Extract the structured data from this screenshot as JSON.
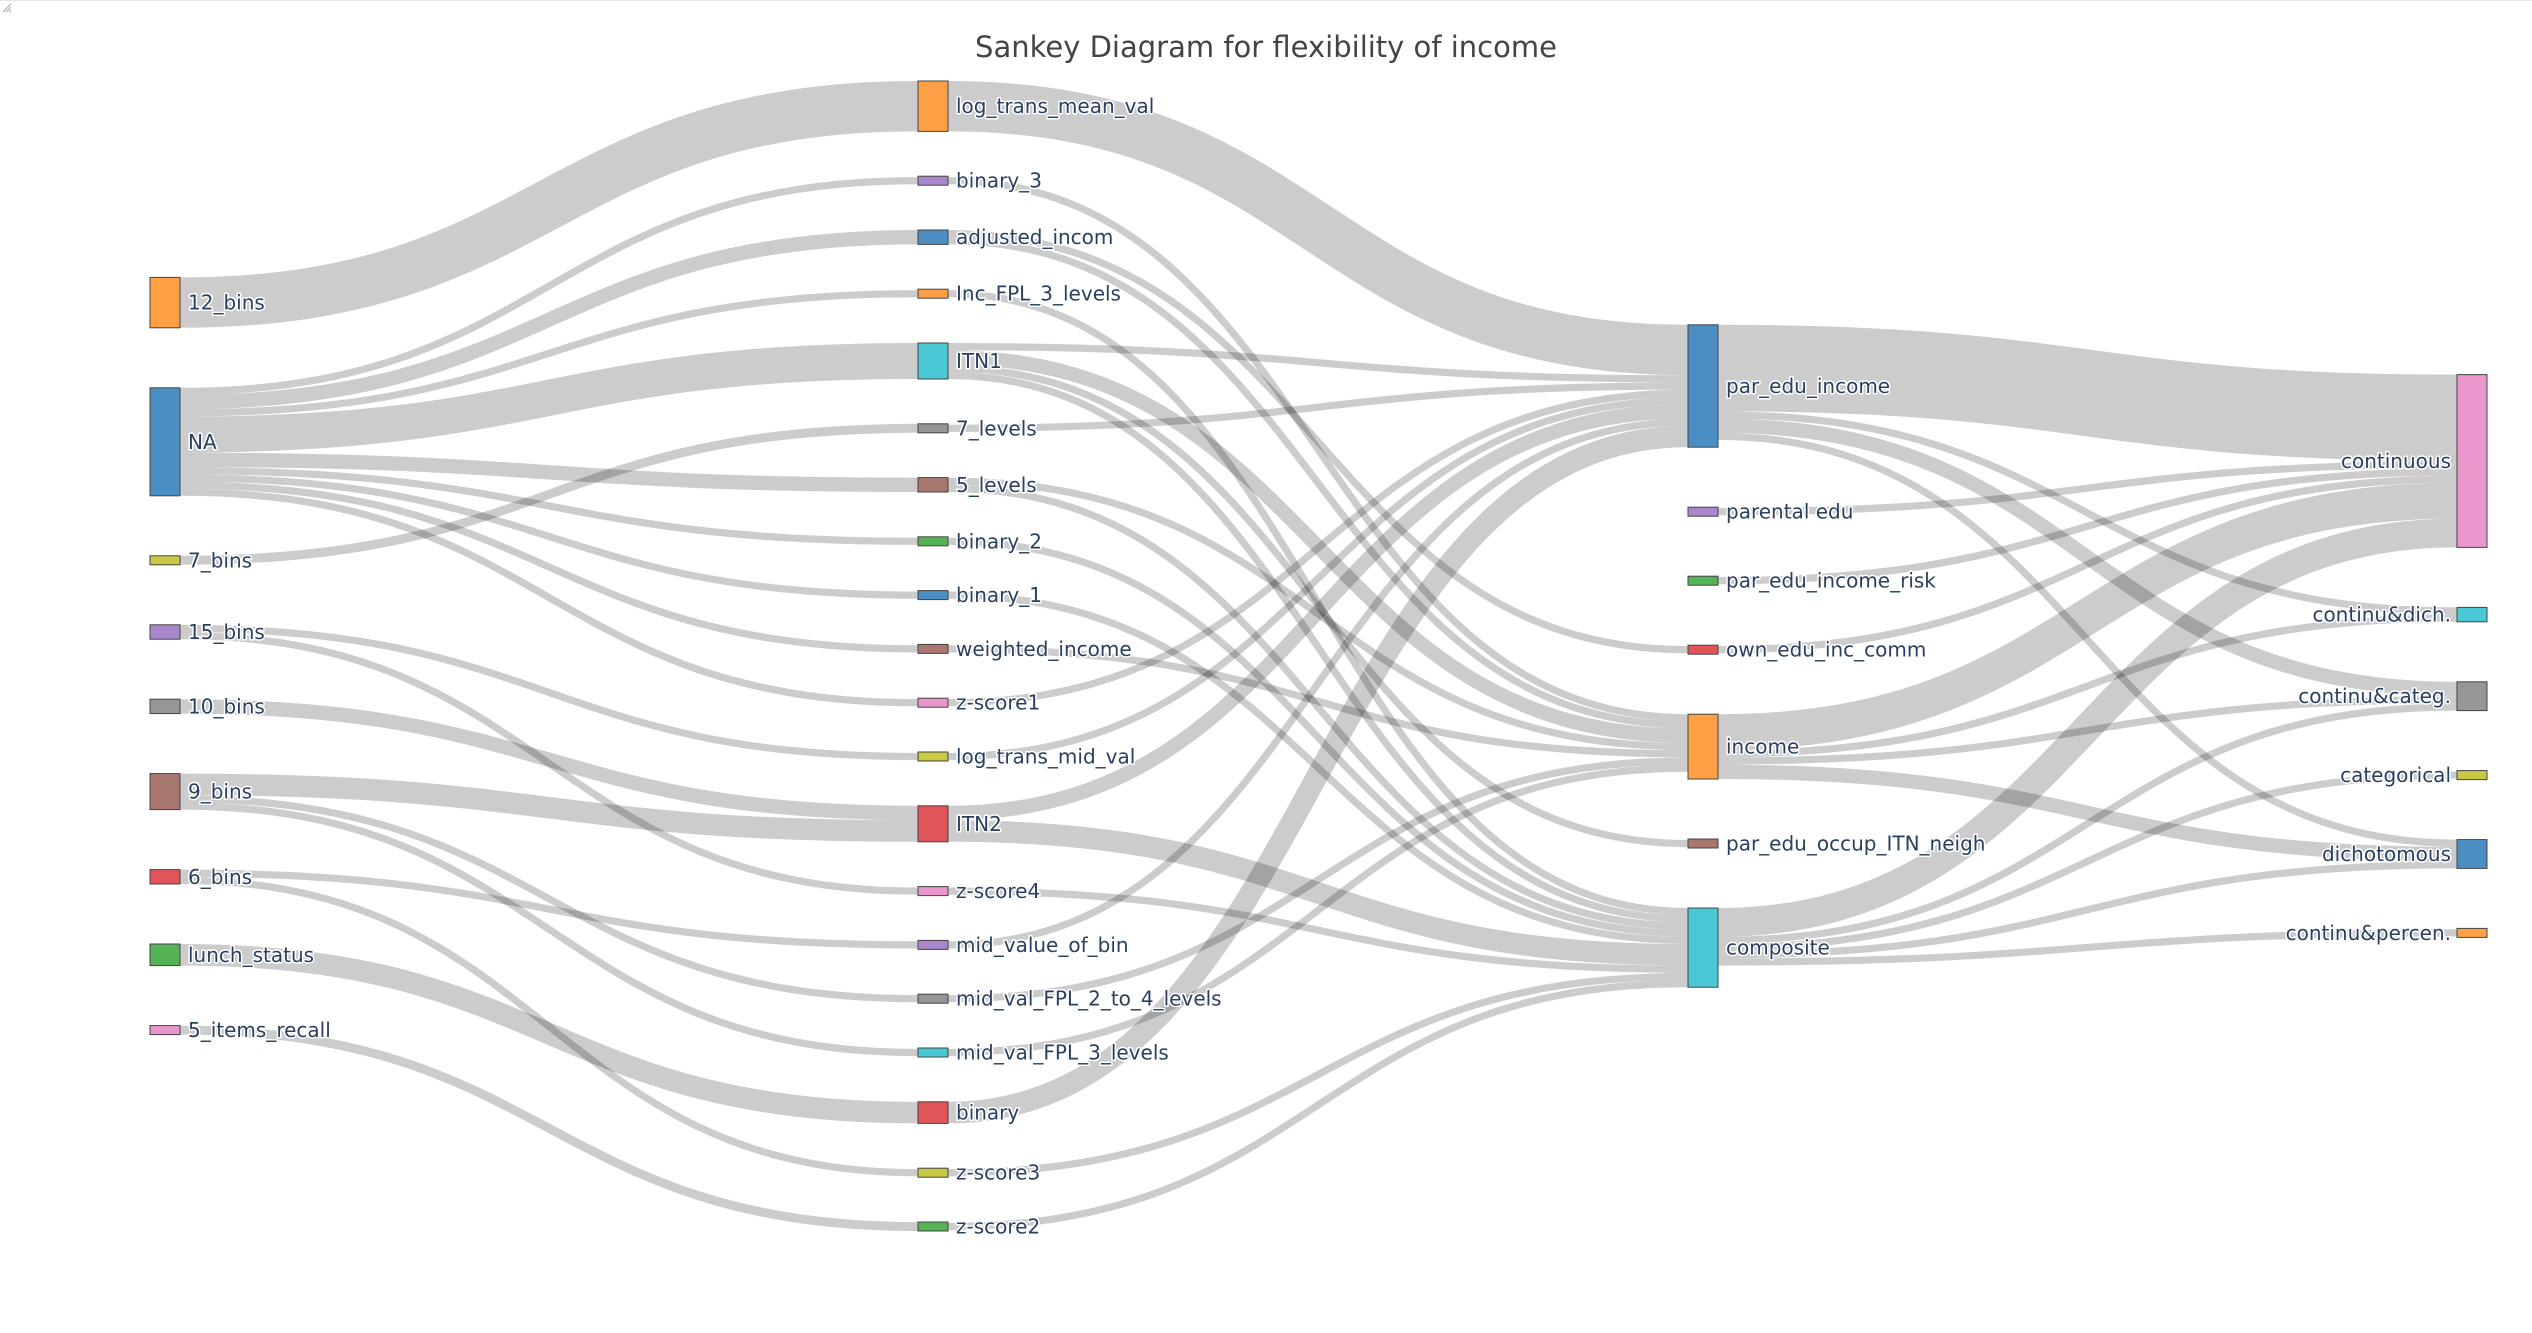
{
  "chart_data": {
    "type": "sankey",
    "title": "Sankey Diagram for flexibility of income",
    "columns": [
      [
        "12_bins",
        "NA",
        "7_bins",
        "15_bins",
        "10_bins",
        "9_bins",
        "6_bins",
        "lunch_status",
        "5_items_recall"
      ],
      [
        "log_trans_mean_val",
        "binary_3",
        "adjusted_incom",
        "Inc_FPL_3_levels",
        "ITN1",
        "7_levels",
        "5_levels",
        "binary_2",
        "binary_1",
        "weighted_income",
        "z-score1",
        "log_trans_mid_val",
        "ITN2",
        "z-score4",
        "mid_value_of_bin",
        "mid_val_FPL_2_to_4_levels",
        "mid_val_FPL_3_levels",
        "binary",
        "z-score3",
        "z-score2"
      ],
      [
        "par_edu_income",
        "parental edu",
        "par_edu_income_risk",
        "own_edu_inc_comm",
        "income",
        "par_edu_occup_ITN_neigh",
        "composite"
      ],
      [
        "continuous",
        "continu&dich.",
        "continu&categ.",
        "categorical",
        "dichotomous",
        "continu&percen."
      ]
    ],
    "node_colors": {
      "12_bins": "#ff9f46",
      "NA": "#4b8ec3",
      "7_bins": "#c9c944",
      "15_bins": "#a987cc",
      "10_bins": "#969696",
      "9_bins": "#a8776f",
      "6_bins": "#e0555a",
      "lunch_status": "#55b255",
      "5_items_recall": "#e996cc",
      "log_trans_mean_val": "#ff9f46",
      "binary_3": "#a987cc",
      "adjusted_incom": "#4b8ec3",
      "Inc_FPL_3_levels": "#ff9f46",
      "ITN1": "#4bc8d6",
      "7_levels": "#969696",
      "5_levels": "#a8776f",
      "binary_2": "#55b255",
      "binary_1": "#4b8ec3",
      "weighted_income": "#a8776f",
      "z-score1": "#e996cc",
      "log_trans_mid_val": "#c9c944",
      "ITN2": "#e0555a",
      "z-score4": "#e996cc",
      "mid_value_of_bin": "#a987cc",
      "mid_val_FPL_2_to_4_levels": "#969696",
      "mid_val_FPL_3_levels": "#4bc8d6",
      "binary": "#e0555a",
      "z-score3": "#c9c944",
      "z-score2": "#55b255",
      "par_edu_income": "#4b8ec3",
      "parental edu": "#a987cc",
      "par_edu_income_risk": "#55b255",
      "own_edu_inc_comm": "#e0555a",
      "income": "#ff9f46",
      "par_edu_occup_ITN_neigh": "#a8776f",
      "composite": "#4bc8d6",
      "continuous": "#e996cc",
      "continu&dich.": "#4bc8d6",
      "continu&categ.": "#969696",
      "categorical": "#c9c944",
      "dichotomous": "#4b8ec3",
      "continu&percen.": "#ff9f46"
    },
    "links": [
      {
        "source": "12_bins",
        "target": "log_trans_mean_val",
        "value": 7
      },
      {
        "source": "NA",
        "target": "binary_3",
        "value": 1
      },
      {
        "source": "NA",
        "target": "adjusted_incom",
        "value": 2
      },
      {
        "source": "NA",
        "target": "Inc_FPL_3_levels",
        "value": 1
      },
      {
        "source": "NA",
        "target": "ITN1",
        "value": 5
      },
      {
        "source": "NA",
        "target": "5_levels",
        "value": 2
      },
      {
        "source": "NA",
        "target": "binary_2",
        "value": 1
      },
      {
        "source": "NA",
        "target": "binary_1",
        "value": 1
      },
      {
        "source": "NA",
        "target": "weighted_income",
        "value": 1
      },
      {
        "source": "NA",
        "target": "z-score1",
        "value": 1
      },
      {
        "source": "7_bins",
        "target": "7_levels",
        "value": 1
      },
      {
        "source": "15_bins",
        "target": "log_trans_mid_val",
        "value": 1
      },
      {
        "source": "15_bins",
        "target": "z-score4",
        "value": 1
      },
      {
        "source": "10_bins",
        "target": "ITN2",
        "value": 2
      },
      {
        "source": "9_bins",
        "target": "ITN2",
        "value": 3
      },
      {
        "source": "9_bins",
        "target": "mid_val_FPL_2_to_4_levels",
        "value": 1
      },
      {
        "source": "9_bins",
        "target": "mid_val_FPL_3_levels",
        "value": 1
      },
      {
        "source": "6_bins",
        "target": "mid_value_of_bin",
        "value": 1
      },
      {
        "source": "6_bins",
        "target": "z-score3",
        "value": 1
      },
      {
        "source": "lunch_status",
        "target": "binary",
        "value": 3
      },
      {
        "source": "5_items_recall",
        "target": "z-score2",
        "value": 1
      },
      {
        "source": "log_trans_mean_val",
        "target": "par_edu_income",
        "value": 7
      },
      {
        "source": "binary_3",
        "target": "income",
        "value": 1
      },
      {
        "source": "adjusted_incom",
        "target": "own_edu_inc_comm",
        "value": 1
      },
      {
        "source": "adjusted_incom",
        "target": "income",
        "value": 1
      },
      {
        "source": "Inc_FPL_3_levels",
        "target": "composite",
        "value": 1
      },
      {
        "source": "ITN1",
        "target": "par_edu_income",
        "value": 1
      },
      {
        "source": "ITN1",
        "target": "income",
        "value": 2
      },
      {
        "source": "ITN1",
        "target": "par_edu_occup_ITN_neigh",
        "value": 1
      },
      {
        "source": "ITN1",
        "target": "composite",
        "value": 1
      },
      {
        "source": "7_levels",
        "target": "par_edu_income",
        "value": 1
      },
      {
        "source": "5_levels",
        "target": "income",
        "value": 1
      },
      {
        "source": "5_levels",
        "target": "composite",
        "value": 1
      },
      {
        "source": "binary_2",
        "target": "composite",
        "value": 1
      },
      {
        "source": "binary_1",
        "target": "composite",
        "value": 1
      },
      {
        "source": "weighted_income",
        "target": "income",
        "value": 1
      },
      {
        "source": "z-score1",
        "target": "par_edu_income",
        "value": 1
      },
      {
        "source": "log_trans_mid_val",
        "target": "par_edu_income",
        "value": 1
      },
      {
        "source": "ITN2",
        "target": "par_edu_income",
        "value": 2
      },
      {
        "source": "ITN2",
        "target": "composite",
        "value": 3
      },
      {
        "source": "z-score4",
        "target": "composite",
        "value": 1
      },
      {
        "source": "mid_value_of_bin",
        "target": "par_edu_income",
        "value": 1
      },
      {
        "source": "mid_val_FPL_2_to_4_levels",
        "target": "income",
        "value": 1
      },
      {
        "source": "mid_val_FPL_3_levels",
        "target": "income",
        "value": 1
      },
      {
        "source": "binary",
        "target": "par_edu_income",
        "value": 3
      },
      {
        "source": "z-score3",
        "target": "composite",
        "value": 1
      },
      {
        "source": "z-score2",
        "target": "composite",
        "value": 1
      },
      {
        "source": "par_edu_income",
        "target": "continuous",
        "value": 12
      },
      {
        "source": "par_edu_income",
        "target": "continu&dich.",
        "value": 1
      },
      {
        "source": "par_edu_income",
        "target": "continu&categ.",
        "value": 2
      },
      {
        "source": "par_edu_income",
        "target": "dichotomous",
        "value": 1
      },
      {
        "source": "parental edu",
        "target": "continuous",
        "value": 1
      },
      {
        "source": "par_edu_income_risk",
        "target": "continuous",
        "value": 1
      },
      {
        "source": "own_edu_inc_comm",
        "target": "continuous",
        "value": 1
      },
      {
        "source": "income",
        "target": "continuous",
        "value": 5
      },
      {
        "source": "income",
        "target": "continu&dich.",
        "value": 1
      },
      {
        "source": "income",
        "target": "continu&categ.",
        "value": 1
      },
      {
        "source": "income",
        "target": "dichotomous",
        "value": 2
      },
      {
        "source": "composite",
        "target": "continuous",
        "value": 4
      },
      {
        "source": "composite",
        "target": "continu&categ.",
        "value": 1
      },
      {
        "source": "composite",
        "target": "categorical",
        "value": 1
      },
      {
        "source": "composite",
        "target": "dichotomous",
        "value": 1
      },
      {
        "source": "composite",
        "target": "continu&percen.",
        "value": 1
      }
    ]
  }
}
